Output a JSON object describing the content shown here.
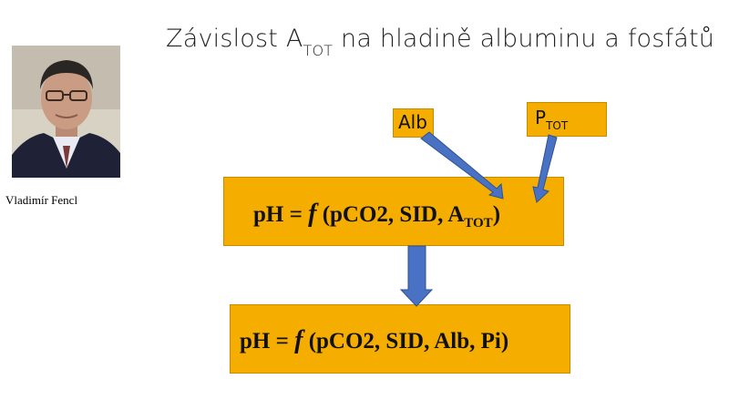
{
  "title": {
    "main": "Závislost A",
    "sub": "TOT",
    "rest": " na hladině albuminu a fosfátů"
  },
  "photo": {
    "caption": "Vladimír Fencl"
  },
  "labels": {
    "alb": "Alb",
    "ptot_main": "P",
    "ptot_sub": "TOT"
  },
  "equation_top": {
    "pre": "pH = ",
    "fn": "f",
    "args": " (pCO2, SID, A",
    "sub": "TOT",
    "close": ")"
  },
  "equation_bottom": {
    "pre": "pH = ",
    "fn": "f",
    "args": " (pCO2, SID, Alb, Pi)"
  },
  "colors": {
    "box_fill": "#f5ae00",
    "arrow_fill": "#4a72c4",
    "arrow_stroke": "#2f528f"
  }
}
